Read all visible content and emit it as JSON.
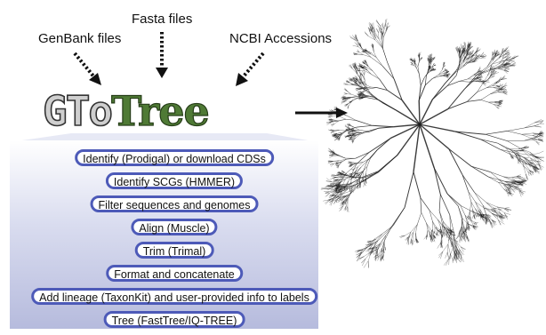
{
  "inputs": {
    "genbank": "GenBank files",
    "fasta": "Fasta files",
    "ncbi": "NCBI Accessions"
  },
  "logo": {
    "part1": "GTo",
    "part2": "Tree"
  },
  "steps": [
    "Identify (Prodigal) or download CDSs",
    "Identify SCGs (HMMER)",
    "Filter sequences and genomes",
    "Align (Muscle)",
    "Trim (Trimal)",
    "Format and concatenate",
    "Add lineage (TaxonKit) and user-provided info to labels",
    "Tree (FastTree/IQ-TREE)"
  ],
  "colors": {
    "step_border": "#4d5ab8",
    "panel_bottom": "#b6bbdd",
    "logo_green": "#4f7a35",
    "tree_ink": "#1a1a1a"
  }
}
